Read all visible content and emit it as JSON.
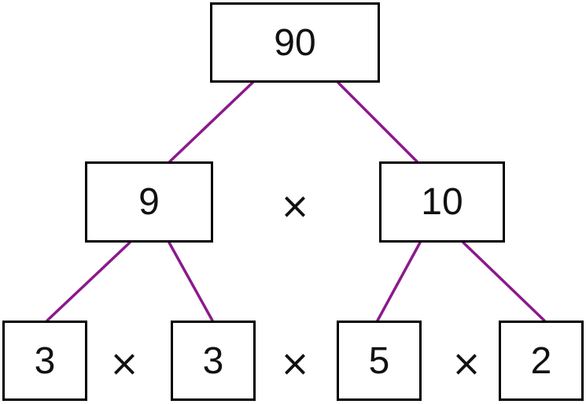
{
  "colors": {
    "edge": "#8b1a8b",
    "box_border": "#000000",
    "text": "#111111"
  },
  "tree": {
    "root": {
      "value": "90"
    },
    "level1": [
      {
        "value": "9"
      },
      {
        "value": "10"
      }
    ],
    "level2": [
      {
        "value": "3"
      },
      {
        "value": "3"
      },
      {
        "value": "5"
      },
      {
        "value": "2"
      }
    ]
  },
  "operators": {
    "level1": [
      "×"
    ],
    "level2": [
      "×",
      "×",
      "×"
    ]
  }
}
